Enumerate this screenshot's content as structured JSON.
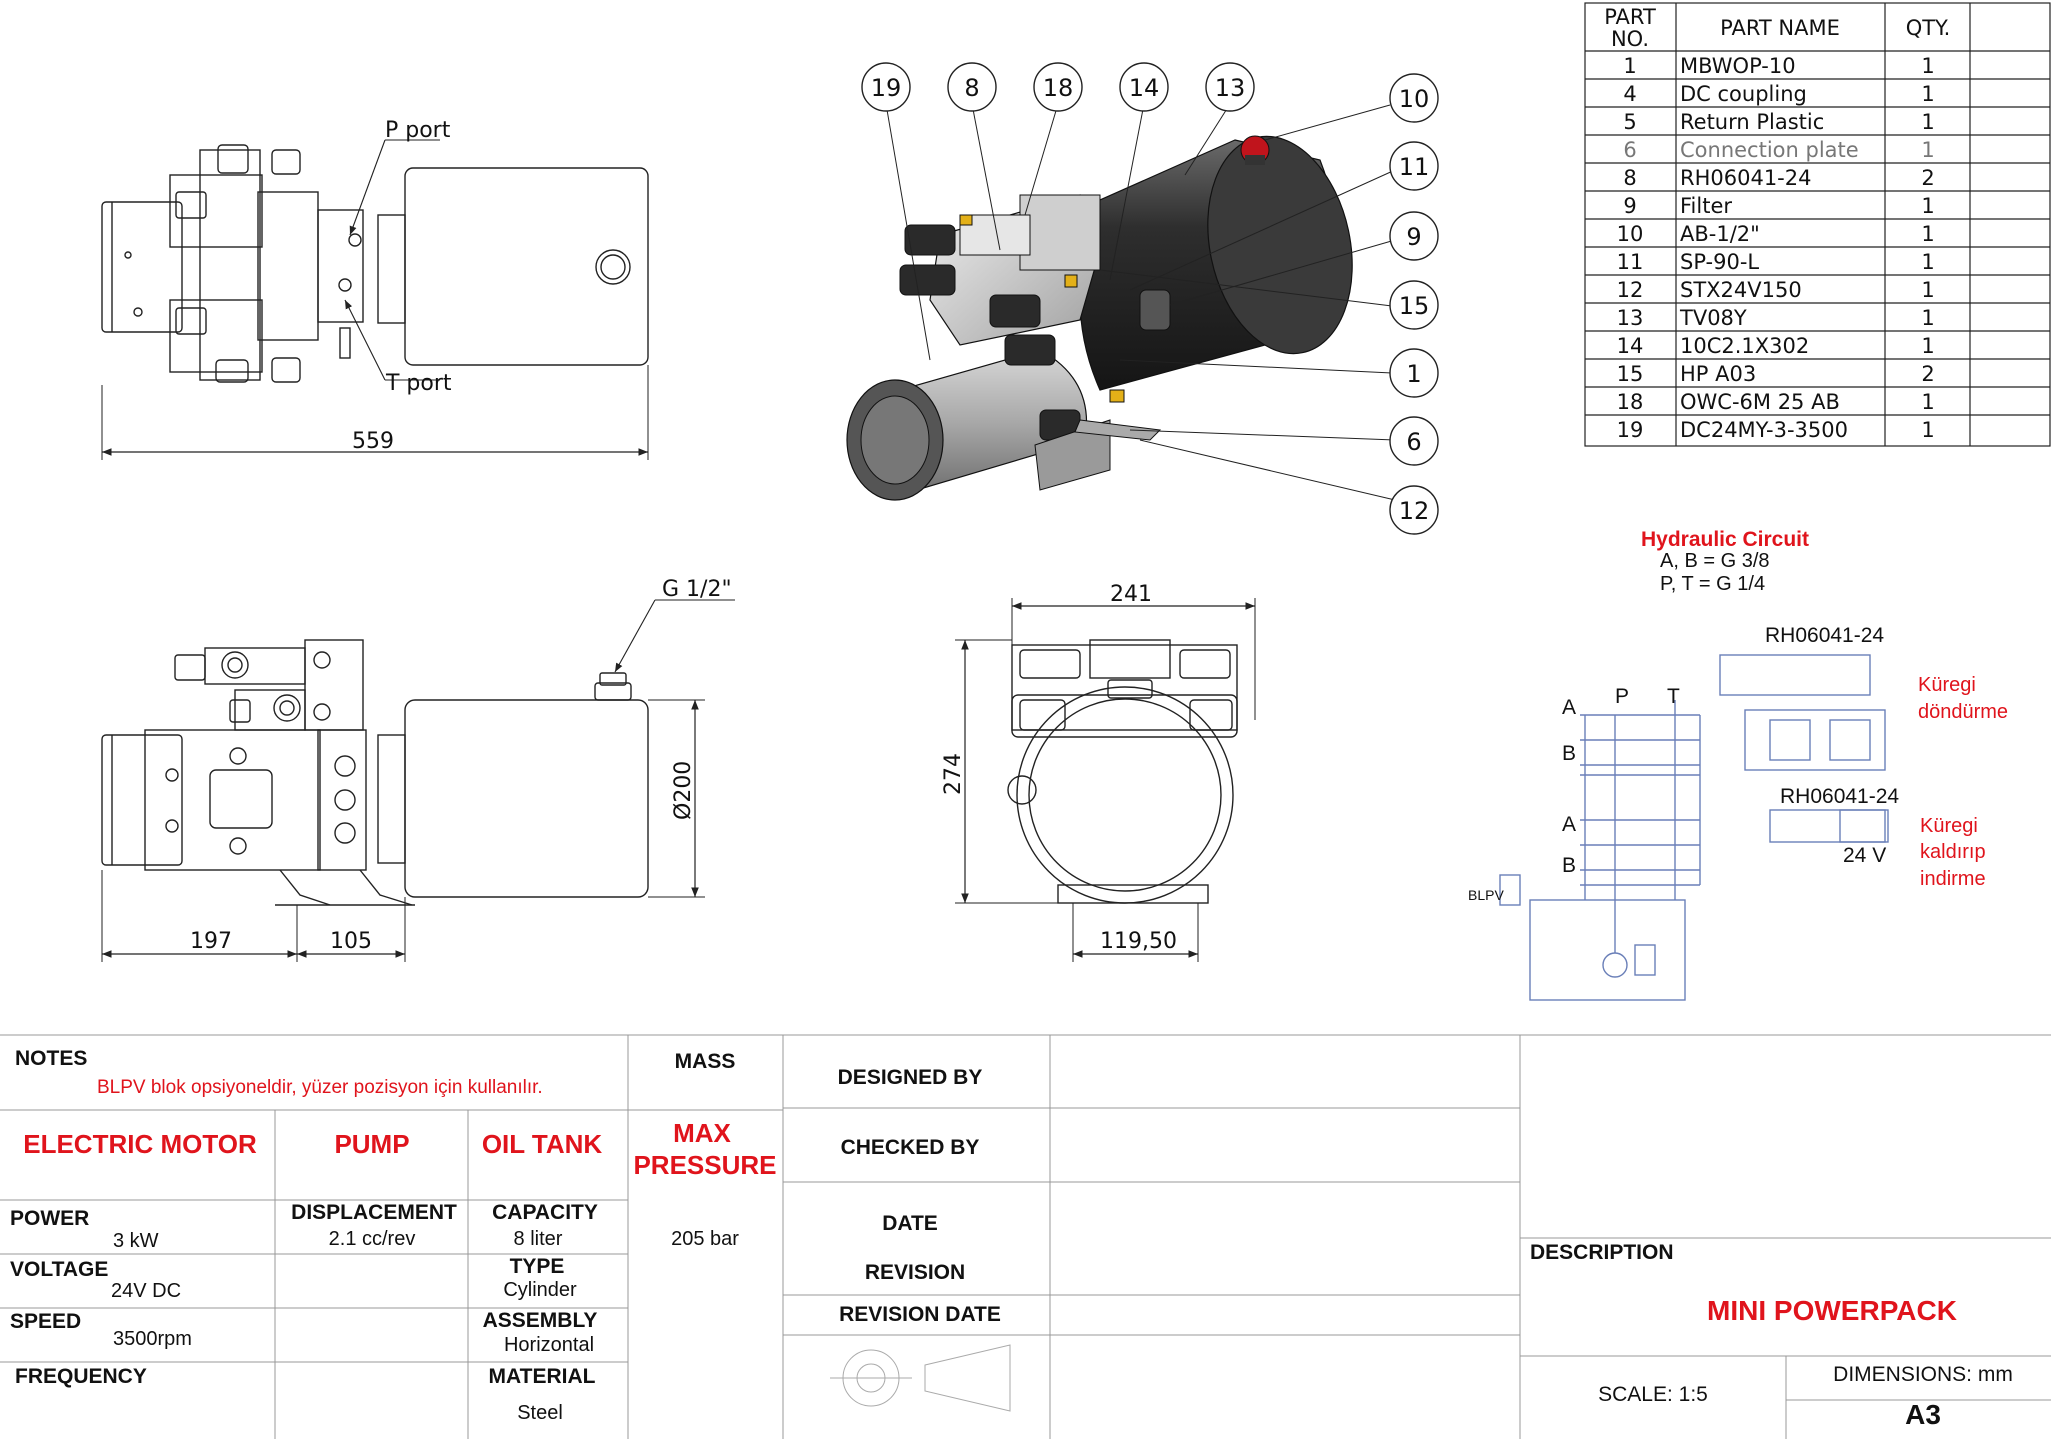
{
  "views": {
    "top": {
      "p_port": "P port",
      "t_port": "T port",
      "dim_length": "559"
    },
    "front": {
      "fill_cap": "G 1/2\"",
      "dim_197": "197",
      "dim_105": "105",
      "dim_dia": "Ø200"
    },
    "side": {
      "dim_width": "241",
      "dim_height": "274",
      "dim_base": "119,50"
    }
  },
  "balloons": [
    "19",
    "8",
    "18",
    "14",
    "13",
    "10",
    "11",
    "9",
    "15",
    "1",
    "6",
    "12"
  ],
  "bom": {
    "headers": {
      "part_no_1": "PART",
      "part_no_2": "NO.",
      "part_name": "PART NAME",
      "qty": "QTY."
    },
    "rows": [
      {
        "no": "1",
        "name": "MBWOP-10",
        "qty": "1"
      },
      {
        "no": "4",
        "name": "DC coupling",
        "qty": "1"
      },
      {
        "no": "5",
        "name": "Return Plastic",
        "qty": "1"
      },
      {
        "no": "6",
        "name": "Connection plate",
        "qty": "1"
      },
      {
        "no": "8",
        "name": "RH06041-24",
        "qty": "2"
      },
      {
        "no": "9",
        "name": "Filter",
        "qty": "1"
      },
      {
        "no": "10",
        "name": "AB-1/2\"",
        "qty": "1"
      },
      {
        "no": "11",
        "name": "SP-90-L",
        "qty": "1"
      },
      {
        "no": "12",
        "name": "STX24V150",
        "qty": "1"
      },
      {
        "no": "13",
        "name": "TV08Y",
        "qty": "1"
      },
      {
        "no": "14",
        "name": "10C2.1X302",
        "qty": "1"
      },
      {
        "no": "15",
        "name": "HP A03",
        "qty": "2"
      },
      {
        "no": "18",
        "name": "OWC-6M 25 AB",
        "qty": "1"
      },
      {
        "no": "19",
        "name": "DC24MY-3-3500",
        "qty": "1"
      }
    ]
  },
  "circuit": {
    "title": "Hydraulic Circuit",
    "line1": "A, B = G 3/8",
    "line2": "P, T  = G 1/4",
    "valve1": "RH06041-24",
    "valve2": "RH06041-24",
    "port_a": "A",
    "port_b": "B",
    "port_p": "P",
    "port_t": "T",
    "voltage": "24 V",
    "blpv": "BLPV",
    "note1_l1": "Küregi",
    "note1_l2": "döndürme",
    "note2_l1": "Küregi",
    "note2_l2": "kaldırıp",
    "note2_l3": "indirme"
  },
  "titleblock": {
    "notes_label": "NOTES",
    "notes_text": "BLPV blok opsiyoneldir, yüzer pozisyon için kullanılır.",
    "mass": "MASS",
    "designed_by": "DESIGNED BY",
    "checked_by": "CHECKED BY",
    "date": "DATE",
    "revision": "REVISION",
    "revision_date": "REVISION DATE",
    "electric_motor": "ELECTRIC MOTOR",
    "pump": "PUMP",
    "oil_tank": "OIL TANK",
    "max": "MAX",
    "pressure": "PRESSURE",
    "power_label": "POWER",
    "power_value": "3 kW",
    "voltage_label": "VOLTAGE",
    "voltage_value": "24V DC",
    "speed_label": "SPEED",
    "speed_value": "3500rpm",
    "frequency_label": "FREQUENCY",
    "displacement_label": "DISPLACEMENT",
    "displacement_value": "2.1 cc/rev",
    "capacity_label": "CAPACITY",
    "capacity_value": "8 liter",
    "type_label": "TYPE",
    "type_value": "Cylinder",
    "assembly_label": "ASSEMBLY",
    "assembly_value": "Horizontal",
    "material_label": "MATERIAL",
    "material_value": "Steel",
    "pressure_value": "205 bar",
    "description_label": "DESCRIPTION",
    "description_value": "MINI POWERPACK",
    "scale": "SCALE: 1:5",
    "dimensions": "DIMENSIONS: mm",
    "sheet": "A3"
  },
  "colors": {
    "accent_red": "#e0141c",
    "line": "#222222",
    "circuit_blue": "#6a7fb8"
  }
}
